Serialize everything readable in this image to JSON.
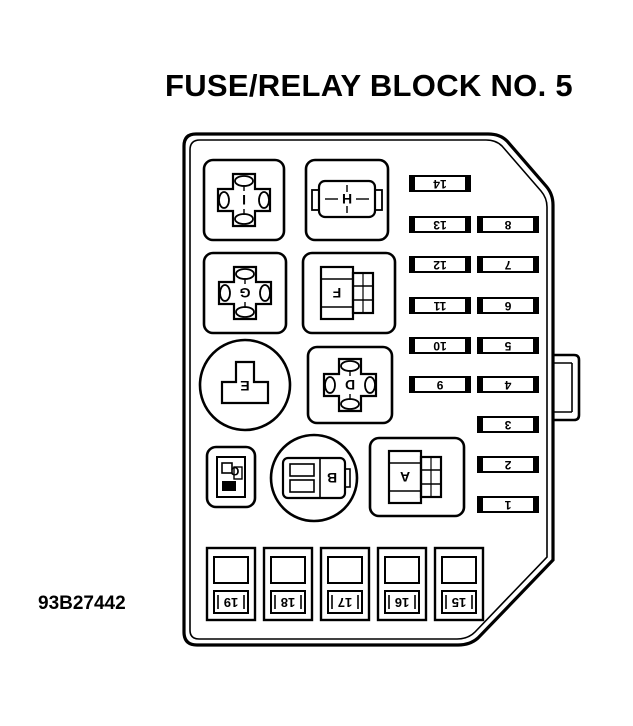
{
  "title": "FUSE/RELAY BLOCK NO. 5",
  "figure_code": "93B27442",
  "relays": [
    {
      "id": "I",
      "label": "I"
    },
    {
      "id": "H",
      "label": "H"
    },
    {
      "id": "G",
      "label": "G"
    },
    {
      "id": "F",
      "label": "F"
    },
    {
      "id": "E",
      "label": "E"
    },
    {
      "id": "D",
      "label": "D"
    },
    {
      "id": "C",
      "label": "C"
    },
    {
      "id": "B",
      "label": "B"
    },
    {
      "id": "A",
      "label": "A"
    }
  ],
  "small_fuses": [
    "14",
    "13",
    "12",
    "11",
    "10",
    "9",
    "8",
    "7",
    "6",
    "5",
    "4",
    "3",
    "2",
    "1"
  ],
  "large_fuses": [
    "19",
    "18",
    "17",
    "16",
    "15"
  ]
}
